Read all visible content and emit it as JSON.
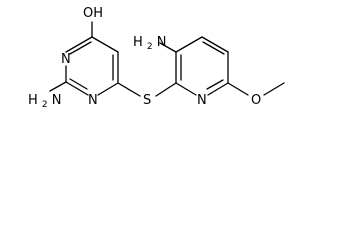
{
  "structure": {
    "atoms": {
      "hydroxyl_group": "OH",
      "pyrimidine_n_top": "N",
      "pyrimidine_n_bottom": "N",
      "amine_left_h": "H",
      "amine_left_n": "N",
      "amine_left_sub": "2",
      "thioether": "S",
      "amine_top_h": "H",
      "amine_top_sub": "2",
      "amine_top_n": "N",
      "pyridine_n": "N",
      "methoxy_o": "O"
    },
    "colors": {
      "ink": "#000000",
      "background": "#ffffff"
    }
  }
}
